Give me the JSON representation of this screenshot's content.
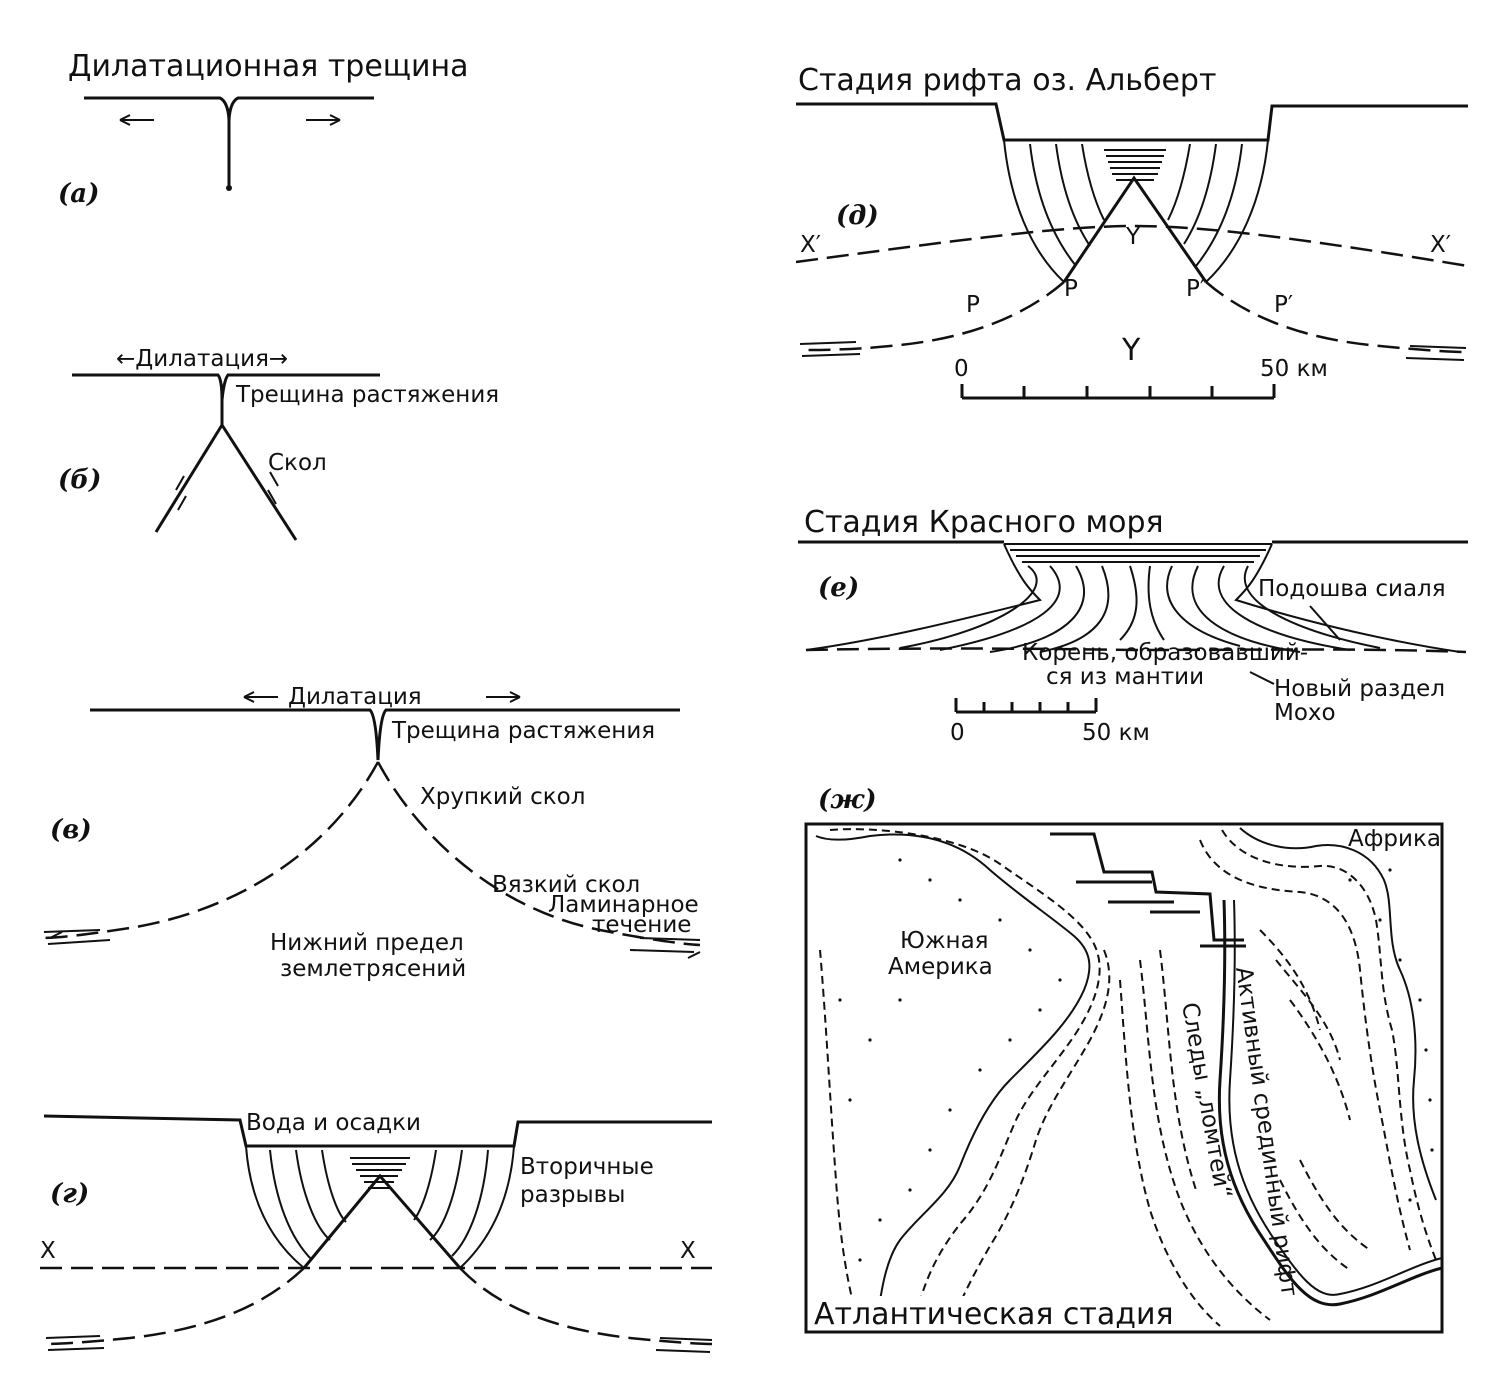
{
  "panels": {
    "a": {
      "letter": "(а)",
      "title": "Дилатационная трещина"
    },
    "b": {
      "letter": "(б)",
      "dilatation": "←Дилатация→",
      "tension_crack": "Трещина растяжения",
      "shear": "Скол"
    },
    "c": {
      "letter": "(в)",
      "dilatation": "Дилатация",
      "tension_crack": "Трещина растяжения",
      "brittle_shear": "Хрупкий скол",
      "viscous_shear": "Вязкий скол",
      "laminar_1": "Ламинарное",
      "laminar_2": "течение",
      "lower_limit_1": "Нижний предел",
      "lower_limit_2": "землетрясений"
    },
    "d": {
      "letter": "(г)",
      "water_sediments": "Вода и осадки",
      "secondary_1": "Вторичные",
      "secondary_2": "разрывы",
      "x_left": "X",
      "x_right": "X"
    },
    "e": {
      "letter": "(д)",
      "title": "Стадия рифта оз. Альберт",
      "x_left": "X′",
      "x_right": "X′",
      "y_top": "Y",
      "y_bottom": "Y",
      "p1": "P",
      "p2": "P",
      "p3": "P′",
      "p4": "P′",
      "scale_start": "0",
      "scale_end": "50 км"
    },
    "f": {
      "letter": "(е)",
      "title": "Стадия Красного моря",
      "sial_base": "Подошва сиаля",
      "root_1": "Корень, образовавший-",
      "root_2": "ся из мантии",
      "moho_1": "Новый раздел",
      "moho_2": "Мохо",
      "scale_start": "0",
      "scale_end": "50 км"
    },
    "g": {
      "letter": "(ж)",
      "africa": "Африка",
      "south_america_1": "Южная",
      "south_america_2": "Америка",
      "active_rift": "Активный срединный рифт",
      "scar_traces": "Следы „ломтей“",
      "stage": "Атлантическая стадия"
    }
  }
}
